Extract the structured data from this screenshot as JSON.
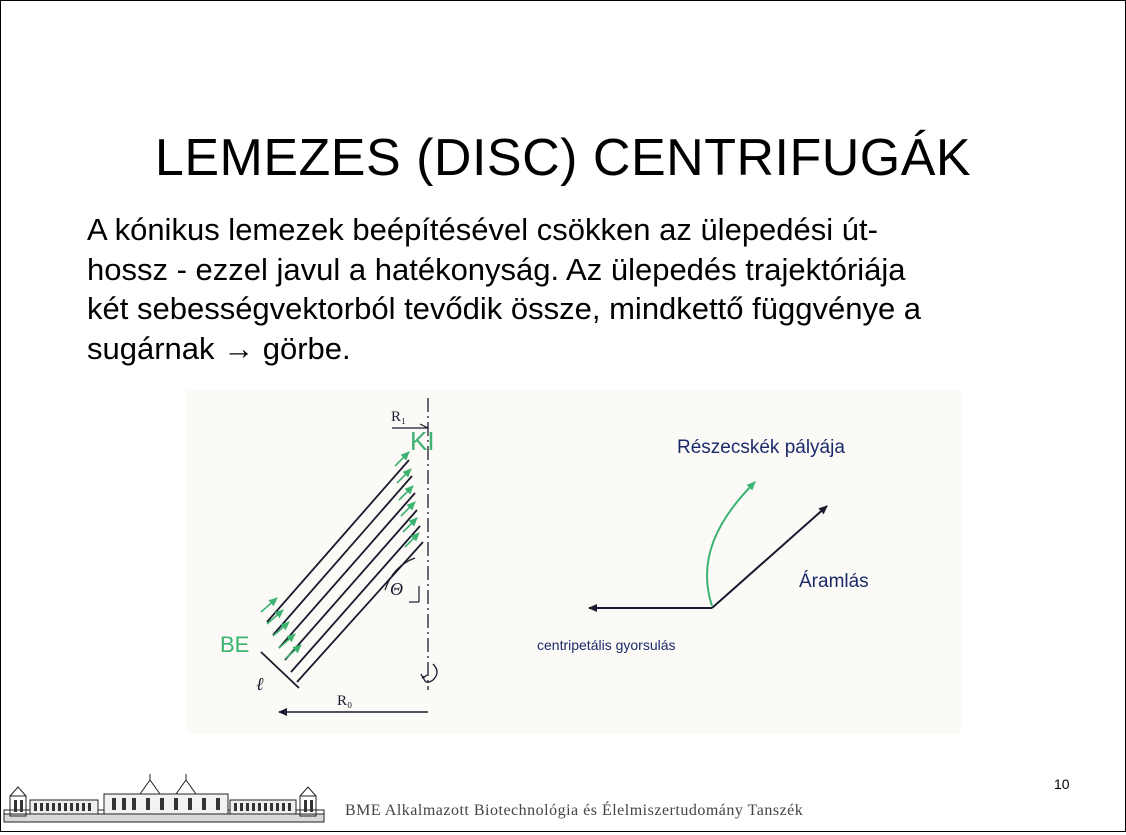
{
  "slide": {
    "title": "LEMEZES (DISC) CENTRIFUGÁK",
    "body_lines": [
      "A kónikus lemezek beépítésével csökken az ülepedési út-",
      "hossz - ezzel javul a hatékonyság. Az ülepedés trajektóriája",
      "két sebességvektorból tevődik össze, mindkettő függvénye a",
      "sugárnak → görbe."
    ],
    "page_number": "10"
  },
  "figure": {
    "labels": {
      "r_inner": "R₁",
      "out": "KI",
      "in": "BE",
      "theta": "Θ",
      "r_outer": "R₀",
      "gap": "ℓ",
      "particle_path": "Részecskék pályája",
      "flow": "Áramlás",
      "centripetal": "centripetális gyorsulás"
    },
    "colors": {
      "accent_green": "#3cb371",
      "line_dark": "#1a1a2e",
      "label_blue": "#1b2a6b"
    }
  },
  "footer": {
    "institution": "BME Alkalmazott Biotechnológia és Élelmiszertudomány Tanszék"
  }
}
